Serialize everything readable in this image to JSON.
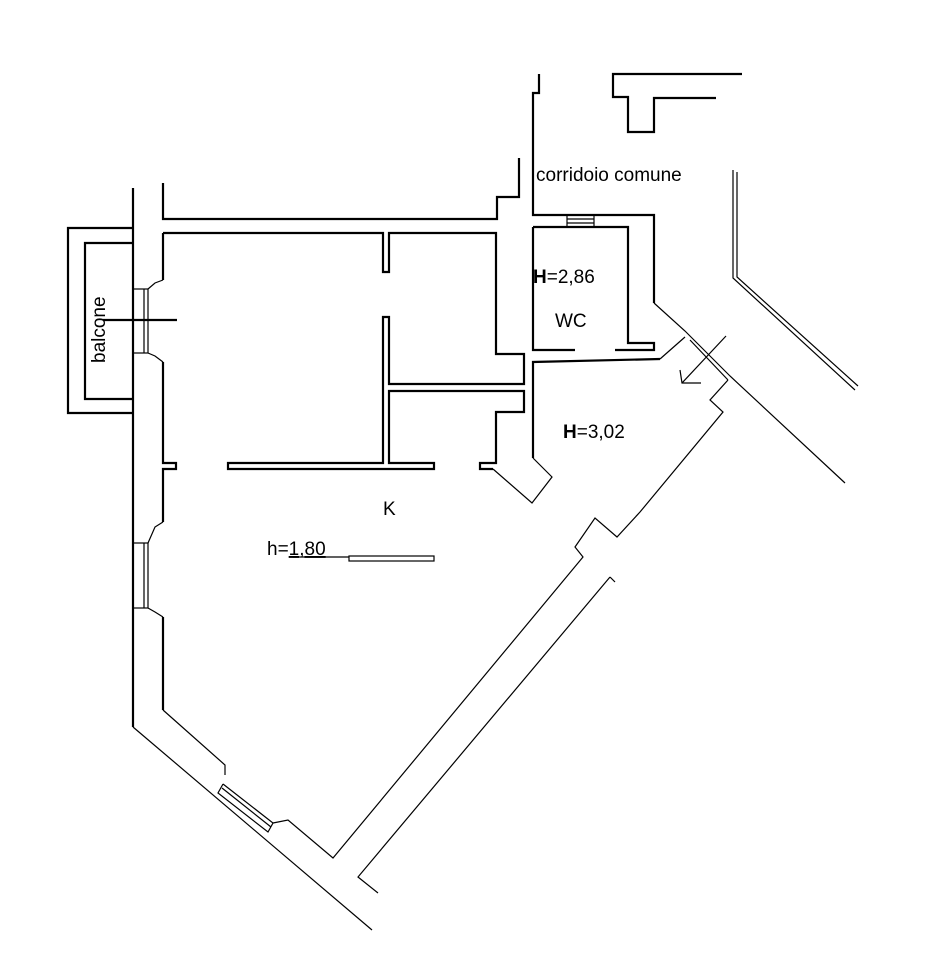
{
  "plan": {
    "corridor_label": "corridoio comune",
    "balcony_label": "balcone",
    "wc": {
      "height_prefix": "H",
      "height_value": "=2,86",
      "name": "WC"
    },
    "hall": {
      "height_prefix": "H",
      "height_value": "=3,02"
    },
    "kitchen": {
      "name": "K",
      "height_prefix": "h=",
      "height_value": "1,80"
    }
  }
}
